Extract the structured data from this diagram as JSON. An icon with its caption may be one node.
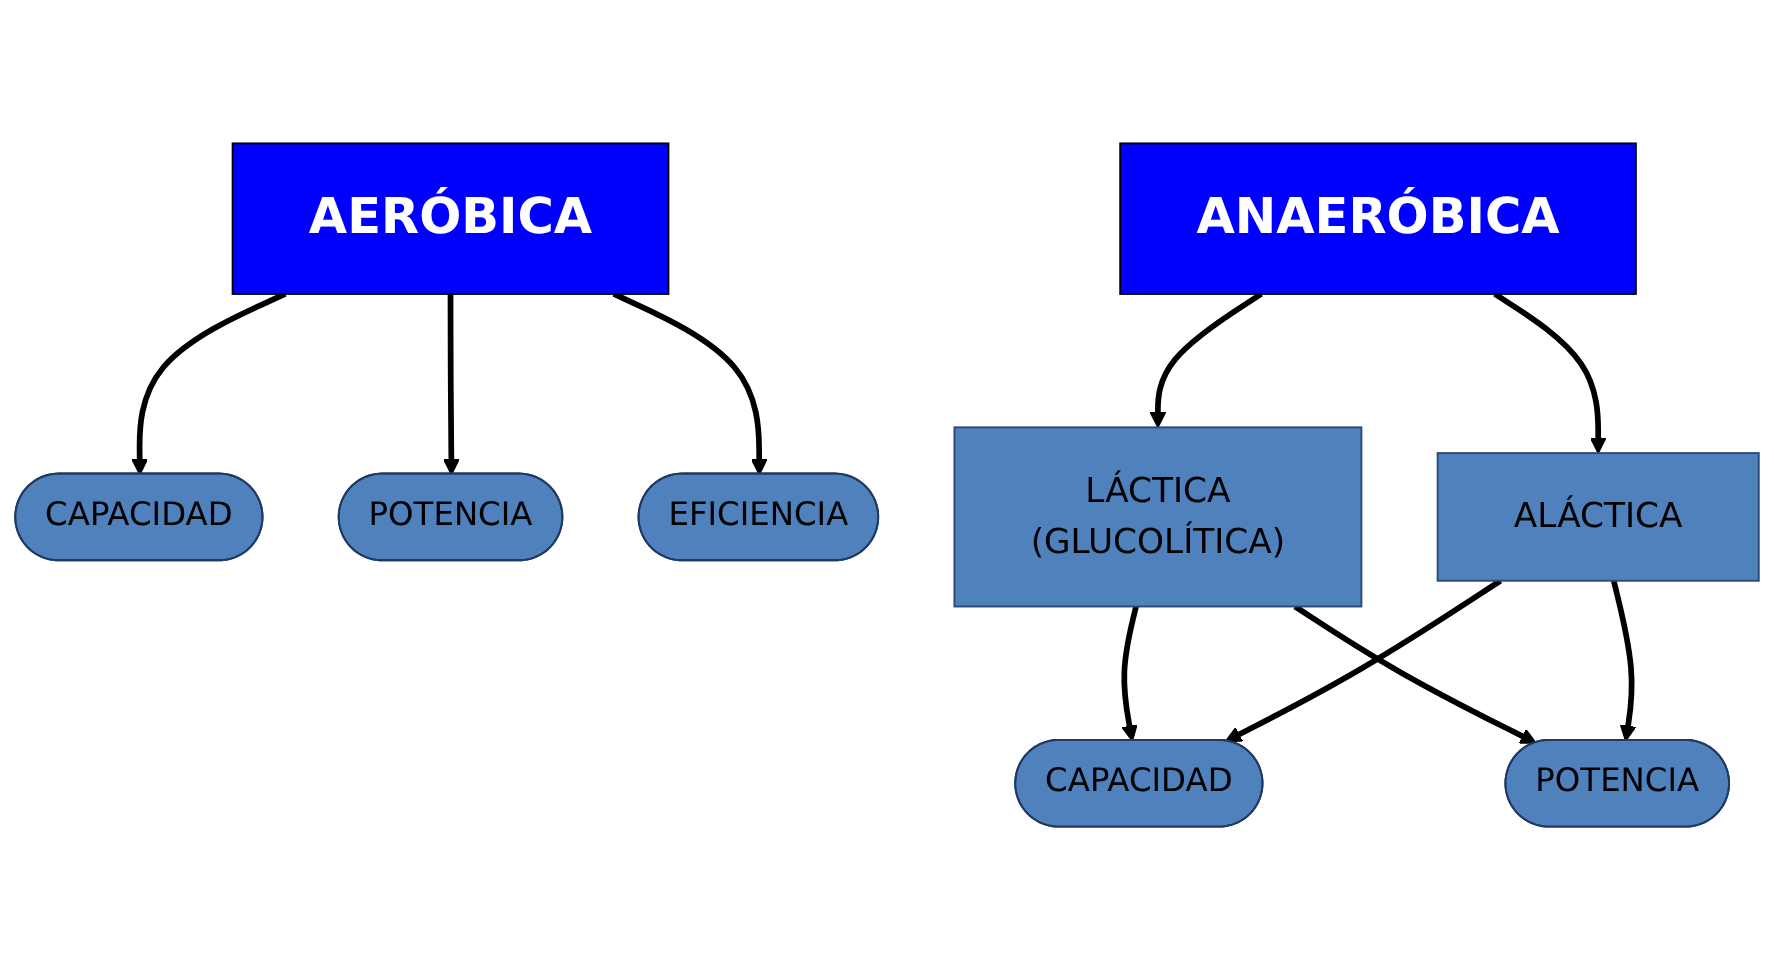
{
  "diagram": {
    "nodes": [
      {
        "text": [
          "AERÓBICA"
        ]
      },
      {
        "text": [
          "CAPACIDAD"
        ]
      },
      {
        "text": [
          "POTENCIA"
        ]
      },
      {
        "text": [
          "EFICIENCIA"
        ]
      },
      {
        "text": [
          "ANAERÓBICA"
        ]
      },
      {
        "text": [
          "LÁCTICA",
          "(GLUCOLÍTICA)"
        ]
      },
      {
        "text": [
          "ALÁCTICA"
        ]
      },
      {
        "text": [
          "CAPACIDAD"
        ]
      },
      {
        "text": [
          "POTENCIA"
        ]
      }
    ],
    "edges": [
      {
        "from": 0,
        "to": 1,
        "arrow": "to"
      },
      {
        "from": 0,
        "to": 3,
        "arrow": "to"
      },
      {
        "from": 0,
        "to": 2,
        "arrow": "to"
      },
      {
        "from": 4,
        "to": 5,
        "arrow": "to"
      },
      {
        "from": 4,
        "to": 6,
        "arrow": "to"
      },
      {
        "from": 5,
        "to": 7,
        "arrow": "to"
      },
      {
        "from": 5,
        "to": 8,
        "arrow": "to"
      },
      {
        "from": 6,
        "to": 7,
        "arrow": "to"
      },
      {
        "from": 6,
        "to": 8,
        "arrow": "to"
      }
    ]
  }
}
